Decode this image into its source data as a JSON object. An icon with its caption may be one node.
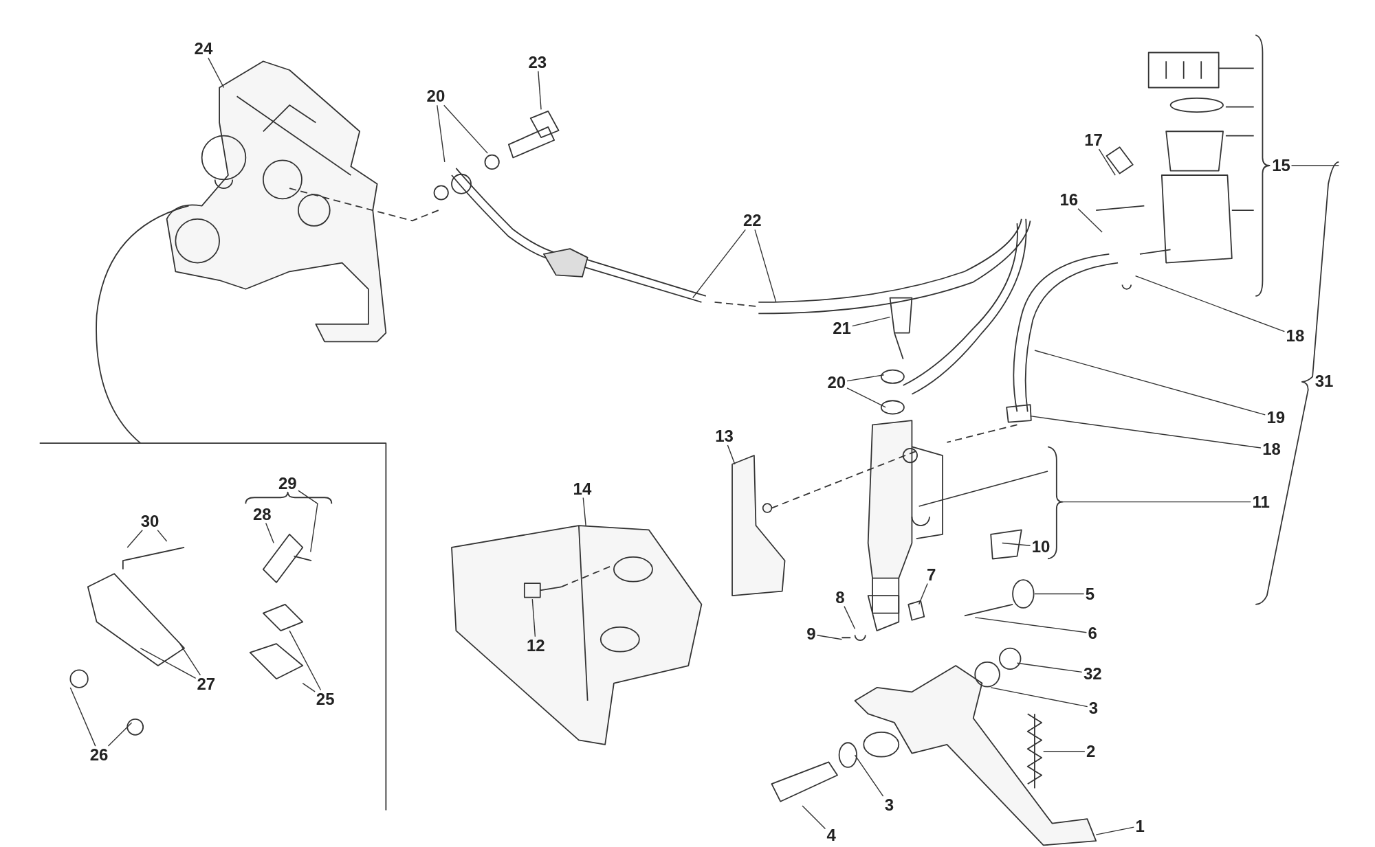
{
  "diagram": {
    "nodes": [
      {
        "text": [
          "24"
        ]
      },
      {
        "text": [
          "23"
        ]
      },
      {
        "text": [
          "20"
        ]
      },
      {
        "text": [
          "22"
        ]
      },
      {
        "text": [
          "17"
        ]
      },
      {
        "text": [
          "16"
        ]
      },
      {
        "text": [
          "15"
        ]
      },
      {
        "text": [
          "18"
        ]
      },
      {
        "text": [
          "21"
        ]
      },
      {
        "text": [
          "20"
        ]
      },
      {
        "text": [
          "31"
        ]
      },
      {
        "text": [
          "19"
        ]
      },
      {
        "text": [
          "18"
        ]
      },
      {
        "text": [
          "13"
        ]
      },
      {
        "text": [
          "14"
        ]
      },
      {
        "text": [
          "11"
        ]
      },
      {
        "text": [
          "29"
        ]
      },
      {
        "text": [
          "28"
        ]
      },
      {
        "text": [
          "30"
        ]
      },
      {
        "text": [
          "10"
        ]
      },
      {
        "text": [
          "7"
        ]
      },
      {
        "text": [
          "5"
        ]
      },
      {
        "text": [
          "8"
        ]
      },
      {
        "text": [
          "9"
        ]
      },
      {
        "text": [
          "6"
        ]
      },
      {
        "text": [
          "12"
        ]
      },
      {
        "text": [
          "27"
        ]
      },
      {
        "text": [
          "25"
        ]
      },
      {
        "text": [
          "32"
        ]
      },
      {
        "text": [
          "3"
        ]
      },
      {
        "text": [
          "2"
        ]
      },
      {
        "text": [
          "26"
        ]
      },
      {
        "text": [
          "3"
        ]
      },
      {
        "text": [
          "4"
        ]
      },
      {
        "text": [
          "1"
        ]
      }
    ],
    "edges": [
      {
        "from": 0,
        "to": null,
        "arrow": "none"
      },
      {
        "from": 1,
        "to": null,
        "arrow": "none"
      },
      {
        "from": 2,
        "to": null,
        "arrow": "none"
      },
      {
        "from": 2,
        "to": null,
        "arrow": "none"
      },
      {
        "from": 3,
        "to": null,
        "arrow": "none"
      },
      {
        "from": 3,
        "to": null,
        "arrow": "none"
      },
      {
        "from": 4,
        "to": null,
        "arrow": "none"
      },
      {
        "from": 5,
        "to": null,
        "arrow": "none"
      },
      {
        "from": 6,
        "to": null,
        "arrow": "none"
      },
      {
        "from": 7,
        "to": null,
        "arrow": "none"
      },
      {
        "from": 8,
        "to": null,
        "arrow": "none"
      },
      {
        "from": 9,
        "to": null,
        "arrow": "none"
      },
      {
        "from": 9,
        "to": null,
        "arrow": "none"
      },
      {
        "from": 11,
        "to": null,
        "arrow": "none"
      },
      {
        "from": 12,
        "to": null,
        "arrow": "none"
      },
      {
        "from": 13,
        "to": null,
        "arrow": "none"
      },
      {
        "from": 14,
        "to": null,
        "arrow": "none"
      },
      {
        "from": 15,
        "to": null,
        "arrow": "none"
      },
      {
        "from": 16,
        "to": null,
        "arrow": "none"
      },
      {
        "from": 17,
        "to": null,
        "arrow": "none"
      },
      {
        "from": 18,
        "to": null,
        "arrow": "none"
      },
      {
        "from": 18,
        "to": null,
        "arrow": "none"
      },
      {
        "from": 19,
        "to": null,
        "arrow": "none"
      },
      {
        "from": 20,
        "to": null,
        "arrow": "none"
      },
      {
        "from": 21,
        "to": null,
        "arrow": "none"
      },
      {
        "from": 22,
        "to": null,
        "arrow": "none"
      },
      {
        "from": 23,
        "to": null,
        "arrow": "none"
      },
      {
        "from": 24,
        "to": null,
        "arrow": "none"
      },
      {
        "from": 25,
        "to": null,
        "arrow": "none"
      },
      {
        "from": 26,
        "to": null,
        "arrow": "none"
      },
      {
        "from": 26,
        "to": null,
        "arrow": "none"
      },
      {
        "from": 27,
        "to": null,
        "arrow": "none"
      },
      {
        "from": 27,
        "to": null,
        "arrow": "none"
      },
      {
        "from": 28,
        "to": null,
        "arrow": "none"
      },
      {
        "from": 29,
        "to": null,
        "arrow": "none"
      },
      {
        "from": 30,
        "to": null,
        "arrow": "none"
      },
      {
        "from": 31,
        "to": null,
        "arrow": "none"
      },
      {
        "from": 31,
        "to": null,
        "arrow": "none"
      },
      {
        "from": 32,
        "to": null,
        "arrow": "none"
      },
      {
        "from": 33,
        "to": null,
        "arrow": "none"
      },
      {
        "from": 34,
        "to": null,
        "arrow": "none"
      }
    ]
  }
}
